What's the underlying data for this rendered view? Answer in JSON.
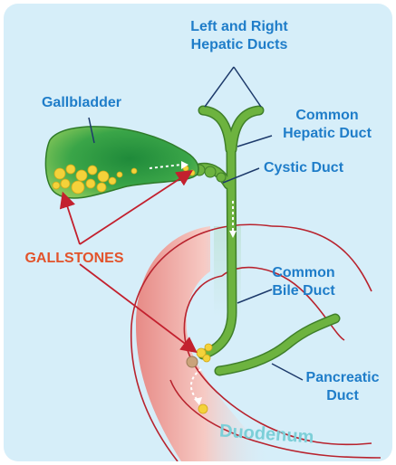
{
  "labels": {
    "hepatic_ducts": [
      "Left and Right",
      "Hepatic Ducts"
    ],
    "gallbladder": "Gallbladder",
    "common_hepatic_duct": [
      "Common",
      "Hepatic Duct"
    ],
    "cystic_duct": "Cystic Duct",
    "gallstones": "GALLSTONES",
    "common_bile_duct": [
      "Common",
      "Bile Duct"
    ],
    "pancreatic_duct": [
      "Pancreatic",
      "Duct"
    ],
    "duodenum": "Duodenum"
  },
  "colors": {
    "background": "#d6eef9",
    "label_blue": "#1f7dc9",
    "gallstones_orange": "#e2532b",
    "duodenum_label": "#7ccfd8",
    "duct_green": "#6db33f",
    "gallbladder_green": "#2e9a3a",
    "stone_yellow": "#f4d23a",
    "intestine_red": "#b8232e",
    "arrow_red": "#c3202e",
    "pointer_navy": "#1d3a6b"
  },
  "icons": [
    "stone-cluster-icon",
    "flow-arrow-icon"
  ]
}
